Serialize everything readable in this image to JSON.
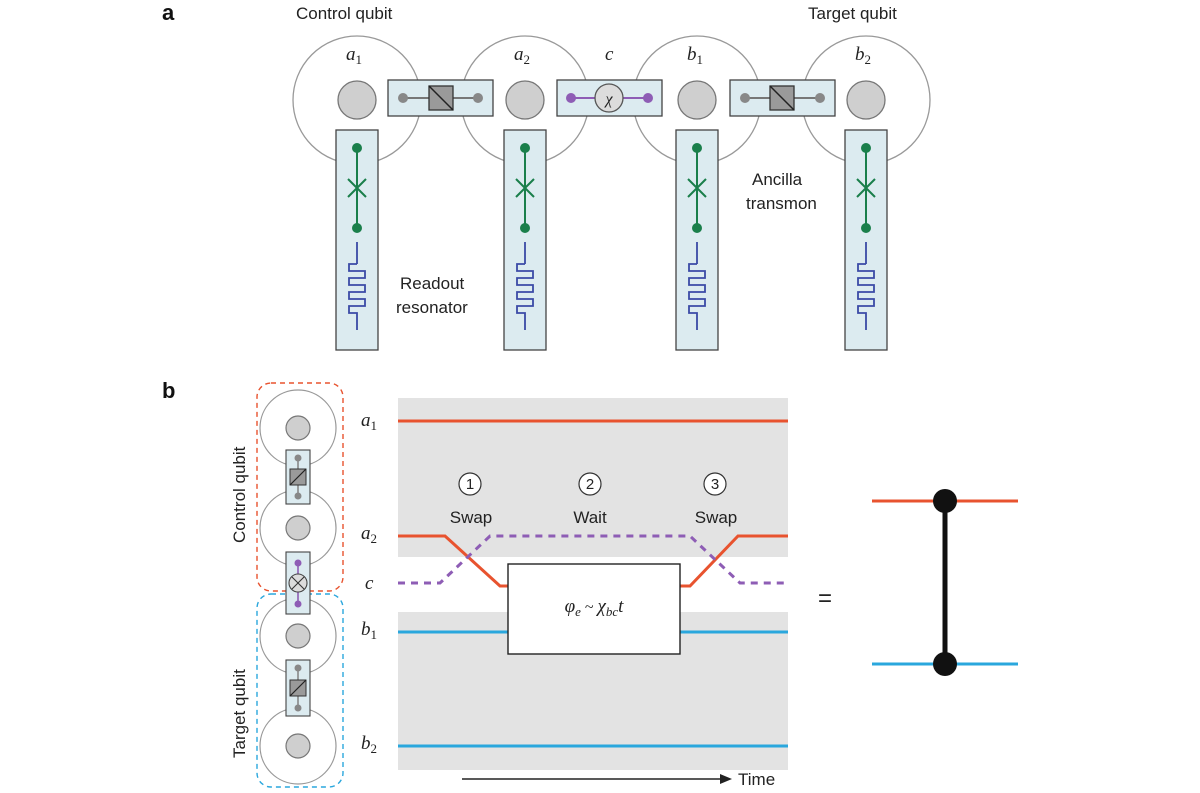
{
  "panel_a": {
    "letter": "a",
    "control_qubit": "Control qubit",
    "target_qubit": "Target qubit",
    "mode_labels": [
      {
        "name": "a",
        "sub": "1"
      },
      {
        "name": "a",
        "sub": "2"
      },
      {
        "name": "c",
        "sub": ""
      },
      {
        "name": "b",
        "sub": "1"
      },
      {
        "name": "b",
        "sub": "2"
      }
    ],
    "coupler_symbol": "χ",
    "readout_label_line1": "Readout",
    "readout_label_line2": "resonator",
    "ancilla_label_line1": "Ancilla",
    "ancilla_label_line2": "transmon"
  },
  "panel_b": {
    "letter": "b",
    "control_qubit": "Control qubit",
    "target_qubit": "Target qubit",
    "level_labels": [
      {
        "name": "a",
        "sub": "1"
      },
      {
        "name": "a",
        "sub": "2"
      },
      {
        "name": "c",
        "sub": ""
      },
      {
        "name": "b",
        "sub": "1"
      },
      {
        "name": "b",
        "sub": "2"
      }
    ],
    "steps": [
      {
        "num": "1",
        "label": "Swap"
      },
      {
        "num": "2",
        "label": "Wait"
      },
      {
        "num": "3",
        "label": "Swap"
      }
    ],
    "phase_lhs": "φ",
    "phase_lhs_sub": "e",
    "phase_tilde": " ~ ",
    "phase_chi": "χ",
    "phase_chi_sub": "bc",
    "phase_t": "t",
    "equals": "=",
    "time_label": "Time"
  },
  "colors": {
    "control": "#e8532f",
    "target": "#2aa7dd",
    "coupler": "#8e5db5",
    "transmon": "#1a7f4b",
    "resonator": "#3b4aa6",
    "box_fill": "#dcebf0",
    "shade": "#e3e3e3",
    "gate": "#111111"
  }
}
